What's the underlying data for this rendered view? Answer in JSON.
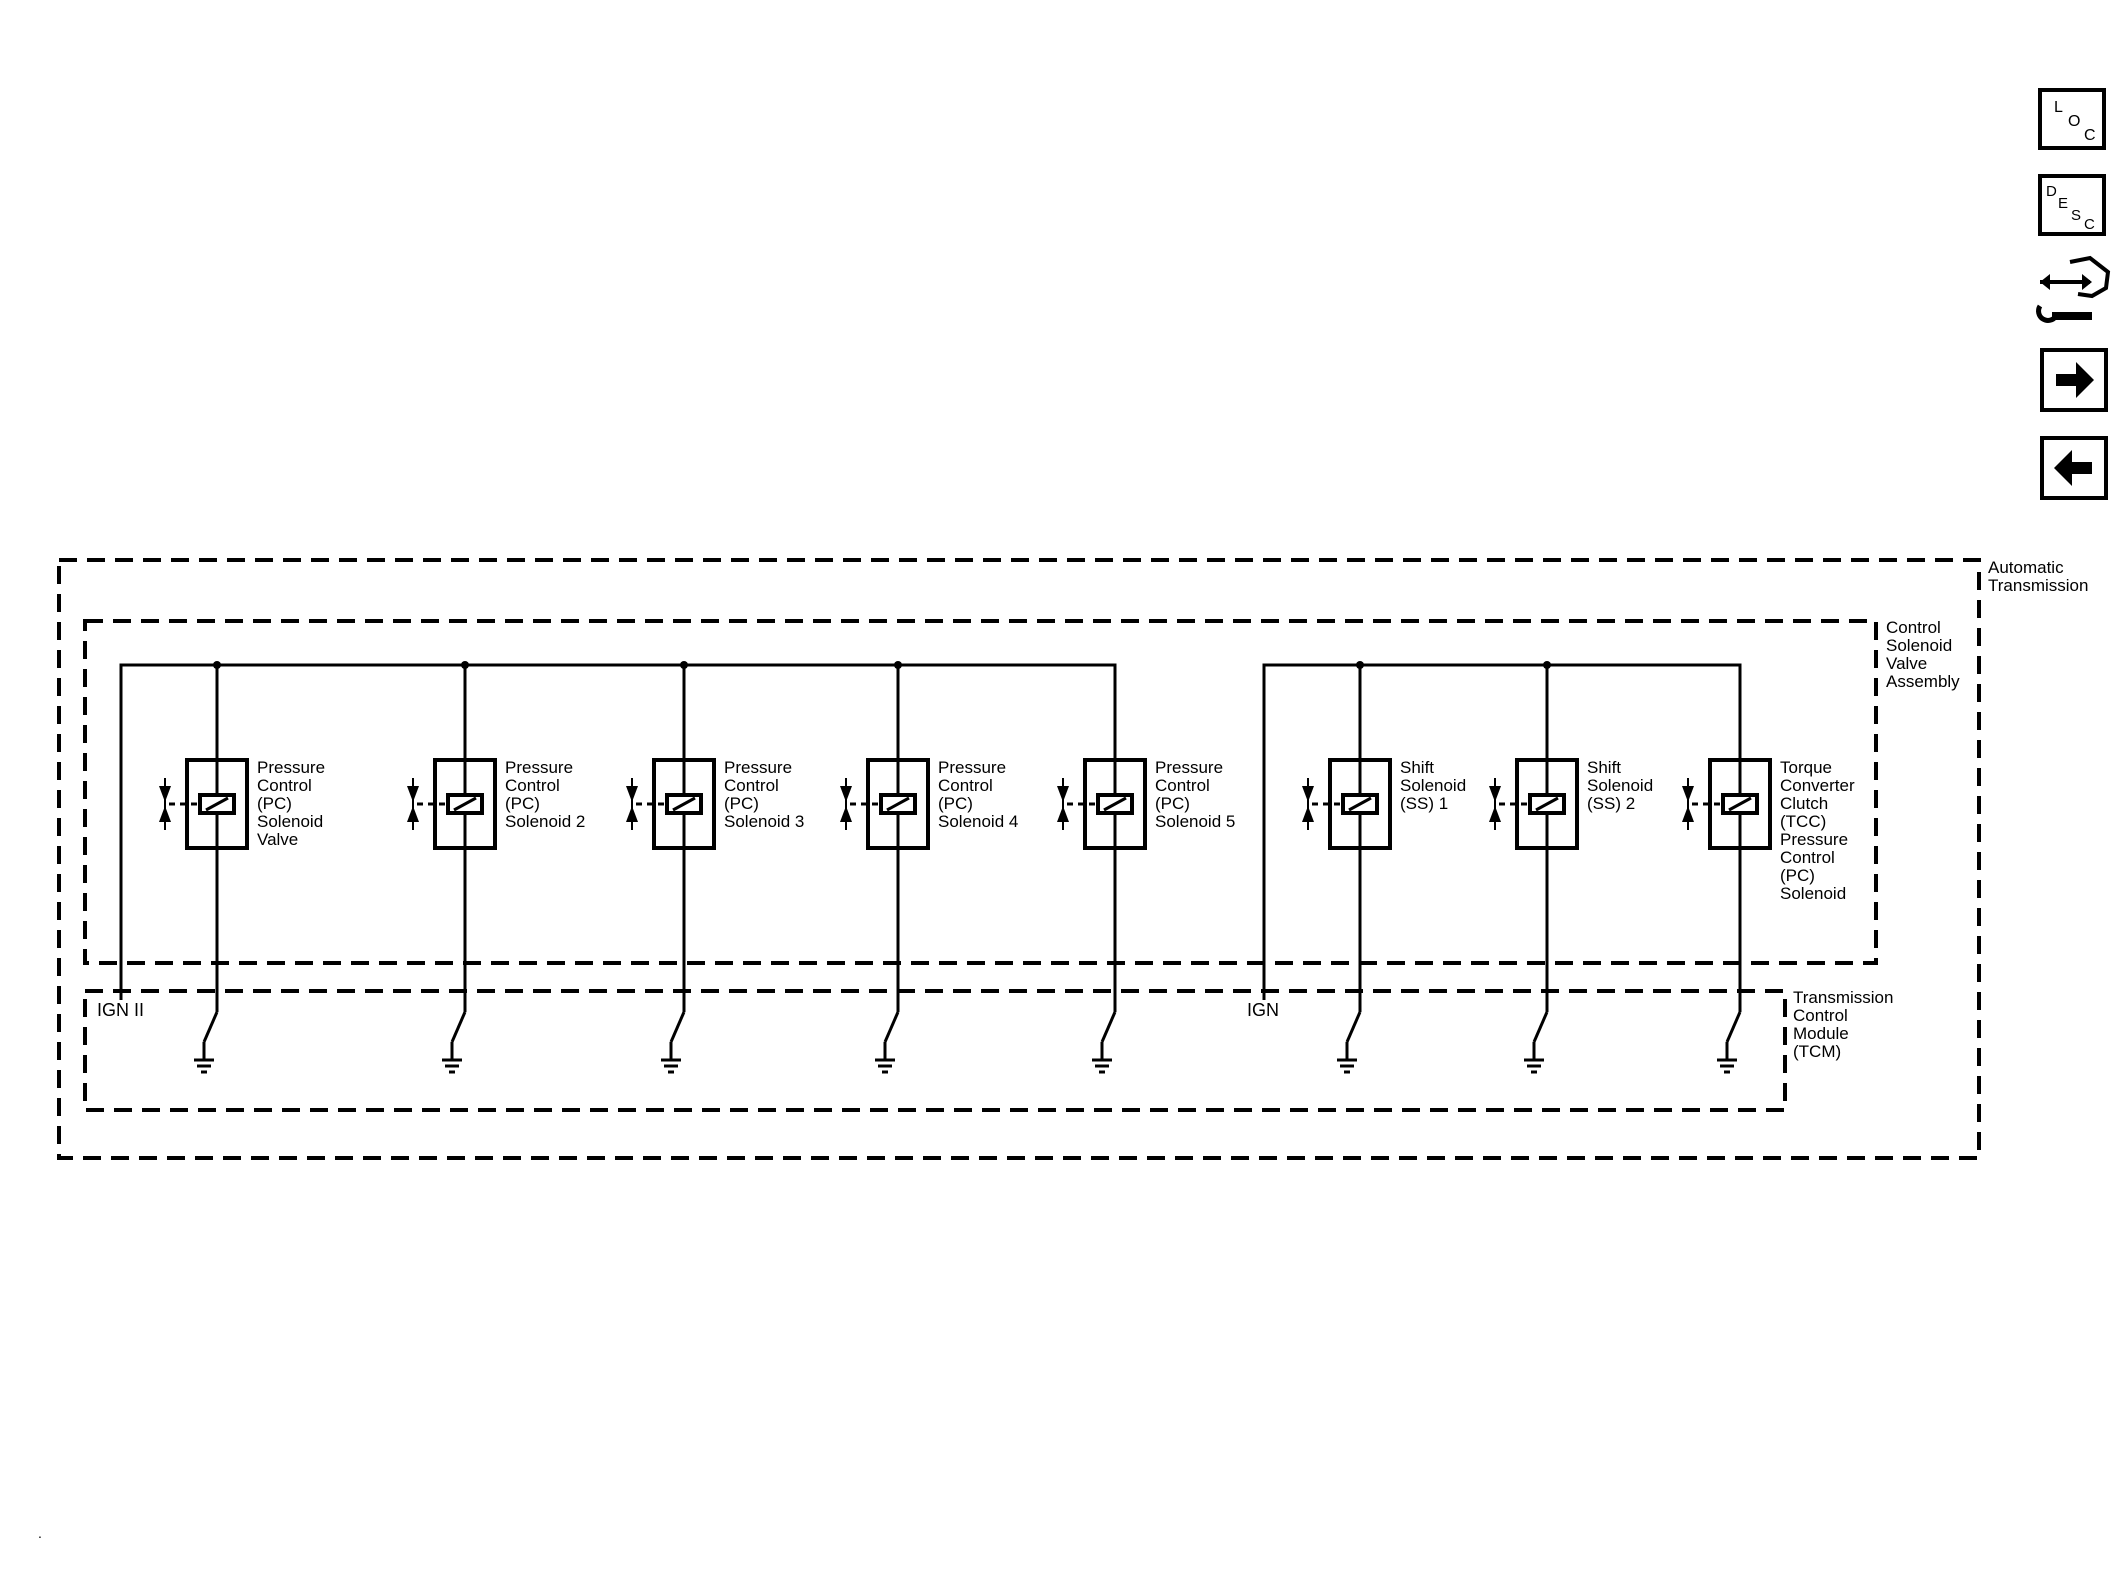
{
  "nav": {
    "loc": {
      "label": "Location",
      "glyphs": [
        "L",
        "O",
        "C"
      ]
    },
    "desc": {
      "label": "Description",
      "glyphs": [
        "D",
        "E",
        "S",
        "C"
      ]
    },
    "connector_icon": "connector-end-view-icon",
    "next_icon": "arrow-right-icon",
    "prev_icon": "arrow-left-icon"
  },
  "enclosures": {
    "automatic_transmission": [
      "Automatic",
      "Transmission"
    ],
    "control_solenoid_valve_assembly": [
      "Control",
      "Solenoid",
      "Valve",
      "Assembly"
    ],
    "tcm": [
      "Transmission",
      "Control",
      "Module",
      "(TCM)"
    ]
  },
  "power": {
    "left": "IGN II",
    "right": "IGN"
  },
  "solenoids": [
    {
      "label": [
        "Pressure",
        "Control",
        "(PC)",
        "Solenoid",
        "Valve"
      ],
      "group": "left"
    },
    {
      "label": [
        "Pressure",
        "Control",
        "(PC)",
        "Solenoid 2"
      ],
      "group": "left"
    },
    {
      "label": [
        "Pressure",
        "Control",
        "(PC)",
        "Solenoid 3"
      ],
      "group": "left"
    },
    {
      "label": [
        "Pressure",
        "Control",
        "(PC)",
        "Solenoid 4"
      ],
      "group": "left"
    },
    {
      "label": [
        "Pressure",
        "Control",
        "(PC)",
        "Solenoid 5"
      ],
      "group": "left"
    },
    {
      "label": [
        "Shift",
        "Solenoid",
        "(SS) 1"
      ],
      "group": "right"
    },
    {
      "label": [
        "Shift",
        "Solenoid",
        "(SS) 2"
      ],
      "group": "right"
    },
    {
      "label": [
        "Torque",
        "Converter",
        "Clutch",
        "(TCC)",
        "Pressure",
        "Control",
        "(PC)",
        "Solenoid"
      ],
      "group": "right"
    }
  ],
  "footer_mark": "."
}
